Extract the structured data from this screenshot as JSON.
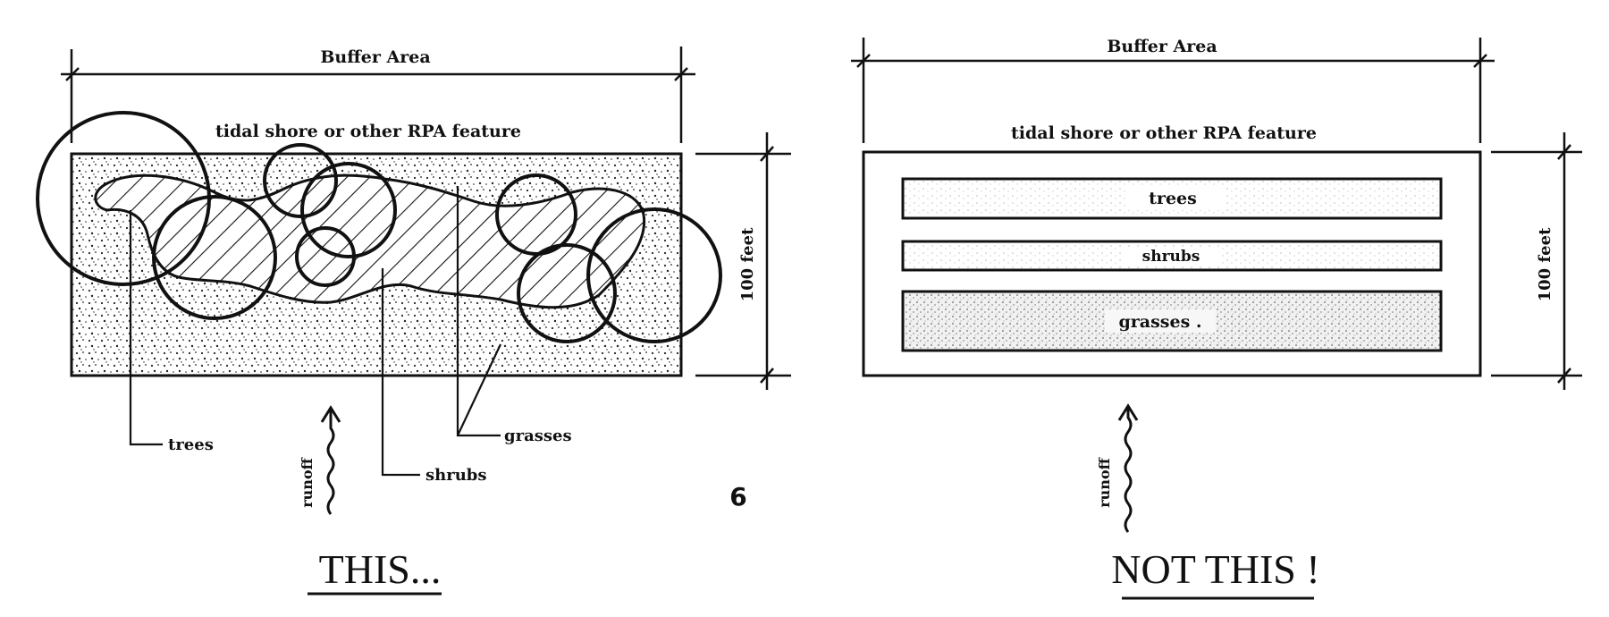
{
  "left_panel": {
    "dimension_label": "Buffer Area",
    "feature_label": "tidal shore or other RPA feature",
    "depth_label": "100 feet",
    "callouts": {
      "trees": "trees",
      "shrubs": "shrubs",
      "grasses": "grasses"
    },
    "runoff_label": "runoff",
    "caption": "THIS..."
  },
  "right_panel": {
    "dimension_label": "Buffer Area",
    "feature_label": "tidal shore or other RPA feature",
    "depth_label": "100 feet",
    "bands": {
      "trees": "trees",
      "shrubs": "shrubs",
      "grasses": "grasses ."
    },
    "runoff_label": "runoff",
    "caption": "NOT THIS !"
  },
  "page_number": "6"
}
